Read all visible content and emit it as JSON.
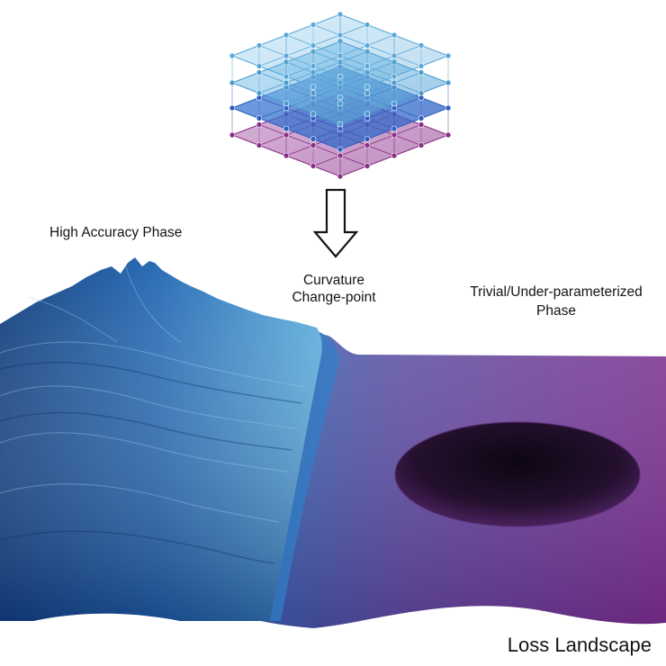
{
  "labels": {
    "high_accuracy_phase": "High Accuracy Phase",
    "curvature_line1": "Curvature",
    "curvature_line2": "Change-point",
    "trivial_line1": "Trivial/Under-parameterized",
    "trivial_line2": "Phase",
    "loss_landscape": "Loss Landscape"
  },
  "icons": {
    "network": "layered-neural-network-icon",
    "arrow": "down-arrow-icon"
  },
  "colors": {
    "blue_phase_dark": "#123f7e",
    "blue_phase_light": "#5fb1de",
    "purple_phase": "#7a2e8e",
    "network_top_blue": "#4a9bd0",
    "network_bottom_purple": "#8a2f86",
    "pit": "#1a0a22"
  }
}
